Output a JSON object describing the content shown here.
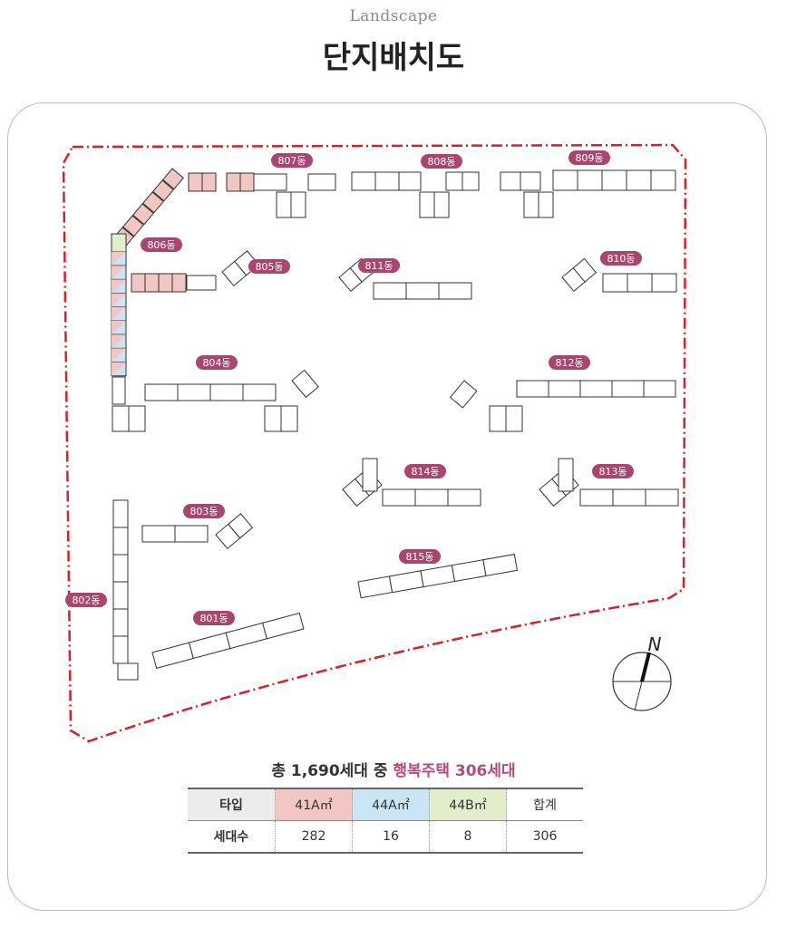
{
  "header": {
    "subtitle": "Landscape",
    "title": "단지배치도"
  },
  "buildings": {
    "b801": "801동",
    "b802": "802동",
    "b803": "803동",
    "b804": "804동",
    "b805": "805동",
    "b806": "806동",
    "b807": "807동",
    "b808": "808동",
    "b809": "809동",
    "b810": "810동",
    "b811": "811동",
    "b812": "812동",
    "b813": "813동",
    "b814": "814동",
    "b815": "815동"
  },
  "compass": {
    "label": "N"
  },
  "summary": {
    "prefix": "총 1,690세대 중",
    "highlight": "행복주택 306세대"
  },
  "table": {
    "headers": [
      "타입",
      "41A㎡",
      "44A㎡",
      "44B㎡",
      "합계"
    ],
    "row_label": "세대수",
    "values": [
      "282",
      "16",
      "8",
      "306"
    ]
  },
  "colors": {
    "accent": "#b04d7c",
    "boundary": "#d2232a",
    "t41A": "#f2c6c2",
    "t44A": "#c8e4f5",
    "t44B": "#e2eecb"
  }
}
